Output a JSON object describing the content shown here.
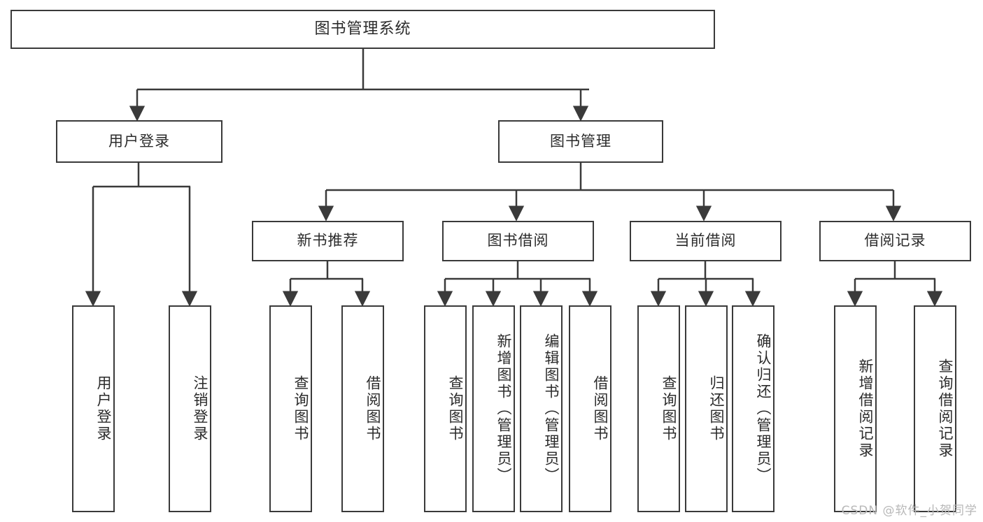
{
  "diagram": {
    "title": "图书管理系统",
    "watermark": "CSDN @软件_小贺同学",
    "colors": {
      "background": "#ffffff",
      "stroke": "#3a3a3a",
      "text": "#2b2b2b",
      "watermark": "#b8b8b8"
    },
    "root": {
      "label": "图书管理系统"
    },
    "level2": [
      {
        "label": "用户登录"
      },
      {
        "label": "图书管理"
      }
    ],
    "level3": [
      {
        "label": "新书推荐"
      },
      {
        "label": "图书借阅"
      },
      {
        "label": "当前借阅"
      },
      {
        "label": "借阅记录"
      }
    ],
    "leaves": [
      {
        "label": "用户登录",
        "parent": "用户登录"
      },
      {
        "label": "注销登录",
        "parent": "用户登录"
      },
      {
        "label": "查询图书",
        "parent": "新书推荐"
      },
      {
        "label": "借阅图书",
        "parent": "新书推荐"
      },
      {
        "label": "查询图书",
        "parent": "图书借阅"
      },
      {
        "label": "新增图书（管理员）",
        "parent": "图书借阅"
      },
      {
        "label": "编辑图书（管理员）",
        "parent": "图书借阅"
      },
      {
        "label": "借阅图书",
        "parent": "图书借阅"
      },
      {
        "label": "查询图书",
        "parent": "当前借阅"
      },
      {
        "label": "归还图书",
        "parent": "当前借阅"
      },
      {
        "label": "确认归还（管理员）",
        "parent": "当前借阅"
      },
      {
        "label": "新增借阅记录",
        "parent": "借阅记录"
      },
      {
        "label": "查询借阅记录",
        "parent": "借阅记录"
      }
    ]
  }
}
